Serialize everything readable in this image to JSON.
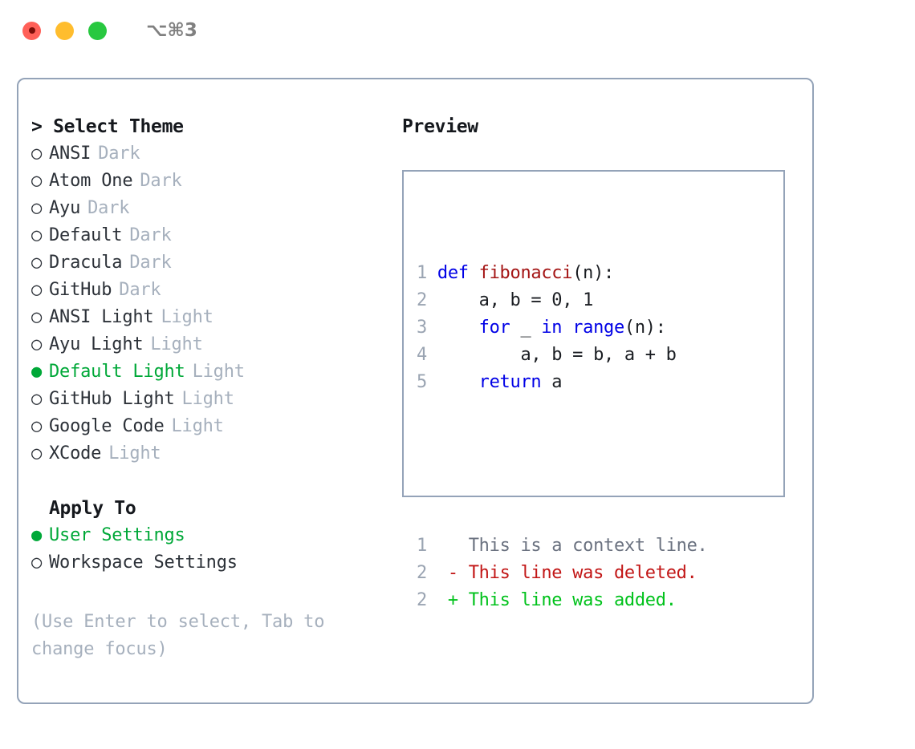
{
  "titlebar": {
    "shortcut": "⌥⌘3",
    "buttons": [
      {
        "name": "close",
        "color": "#ff6058"
      },
      {
        "name": "minimize",
        "color": "#ffbd2e"
      },
      {
        "name": "maximize",
        "color": "#28c840"
      }
    ]
  },
  "theme_section": {
    "header": "Select Theme",
    "header_marker": "> ",
    "bullet_empty": "○",
    "bullet_filled": "●",
    "items": [
      {
        "label": "ANSI",
        "tag": "Dark",
        "selected": false
      },
      {
        "label": "Atom One",
        "tag": "Dark",
        "selected": false
      },
      {
        "label": "Ayu",
        "tag": "Dark",
        "selected": false
      },
      {
        "label": "Default",
        "tag": "Dark",
        "selected": false
      },
      {
        "label": "Dracula",
        "tag": "Dark",
        "selected": false
      },
      {
        "label": "GitHub",
        "tag": "Dark",
        "selected": false
      },
      {
        "label": "ANSI Light",
        "tag": "Light",
        "selected": false
      },
      {
        "label": "Ayu Light",
        "tag": "Light",
        "selected": false
      },
      {
        "label": "Default Light",
        "tag": "Light",
        "selected": true
      },
      {
        "label": "GitHub Light",
        "tag": "Light",
        "selected": false
      },
      {
        "label": "Google Code",
        "tag": "Light",
        "selected": false
      },
      {
        "label": "XCode",
        "tag": "Light",
        "selected": false
      }
    ]
  },
  "apply_section": {
    "header": "Apply To",
    "items": [
      {
        "label": "User Settings",
        "selected": true
      },
      {
        "label": "Workspace Settings",
        "selected": false
      }
    ]
  },
  "hint": "(Use Enter to select, Tab to change focus)",
  "preview": {
    "title": "Preview",
    "code_lines": [
      {
        "no": "1",
        "tokens": [
          {
            "t": "def ",
            "c": "kw"
          },
          {
            "t": "fibonacci",
            "c": "fn"
          },
          {
            "t": "(n):",
            "c": "plain"
          }
        ]
      },
      {
        "no": "2",
        "tokens": [
          {
            "t": "    a, b = 0, 1",
            "c": "plain"
          }
        ]
      },
      {
        "no": "3",
        "tokens": [
          {
            "t": "    ",
            "c": "plain"
          },
          {
            "t": "for",
            "c": "kw"
          },
          {
            "t": " _ ",
            "c": "plain"
          },
          {
            "t": "in range",
            "c": "kw"
          },
          {
            "t": "(n):",
            "c": "plain"
          }
        ]
      },
      {
        "no": "4",
        "tokens": [
          {
            "t": "        a, b = b, a + b",
            "c": "plain"
          }
        ]
      },
      {
        "no": "5",
        "tokens": [
          {
            "t": "    ",
            "c": "plain"
          },
          {
            "t": "return",
            "c": "kw"
          },
          {
            "t": " a",
            "c": "plain"
          }
        ]
      }
    ],
    "diff_lines": [
      {
        "no": "1",
        "sign": "  ",
        "text": "This is a context line.",
        "kind": "diff-ctx"
      },
      {
        "no": "2",
        "sign": "- ",
        "text": "This line was deleted.",
        "kind": "diff-del"
      },
      {
        "no": "2",
        "sign": "+ ",
        "text": "This line was added.",
        "kind": "diff-add"
      }
    ]
  },
  "colors": {
    "accent_green": "#00a838",
    "added_green": "#00c21b",
    "deleted_red": "#c21616",
    "keyword_blue": "#0000e6",
    "function_red": "#a41515",
    "muted_gray": "#a6b0bd",
    "border": "#94a3b8"
  }
}
